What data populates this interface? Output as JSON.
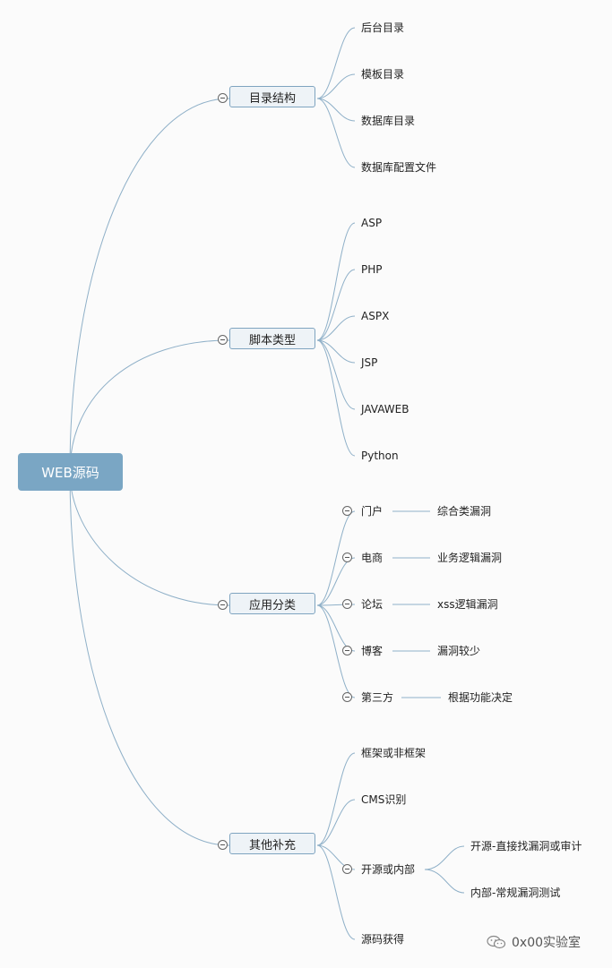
{
  "root": {
    "label": "WEB源码"
  },
  "branches": [
    {
      "label": "目录结构",
      "children": [
        "后台目录",
        "模板目录",
        "数据库目录",
        "数据库配置文件"
      ]
    },
    {
      "label": "脚本类型",
      "children": [
        "ASP",
        "PHP",
        "ASPX",
        "JSP",
        "JAVAWEB",
        "Python"
      ]
    },
    {
      "label": "应用分类",
      "children": [
        {
          "label": "门户",
          "detail": "综合类漏洞"
        },
        {
          "label": "电商",
          "detail": "业务逻辑漏洞"
        },
        {
          "label": "论坛",
          "detail": "xss逻辑漏洞"
        },
        {
          "label": "博客",
          "detail": "漏洞较少"
        },
        {
          "label": "第三方",
          "detail": "根据功能决定"
        }
      ]
    },
    {
      "label": "其他补充",
      "children": [
        {
          "label": "框架或非框架"
        },
        {
          "label": "CMS识别"
        },
        {
          "label": "开源或内部",
          "sub": [
            "开源-直接找漏洞或审计",
            "内部-常规漏洞测试"
          ]
        },
        {
          "label": "源码获得"
        }
      ]
    }
  ],
  "watermark": {
    "text": "0x00实验室",
    "icon": "wechat-icon"
  },
  "colors": {
    "root_bg": "#7aa6c4",
    "line": "#8fb0c8",
    "node_bg": "#eef3f7",
    "node_border": "#7fa4c0"
  }
}
